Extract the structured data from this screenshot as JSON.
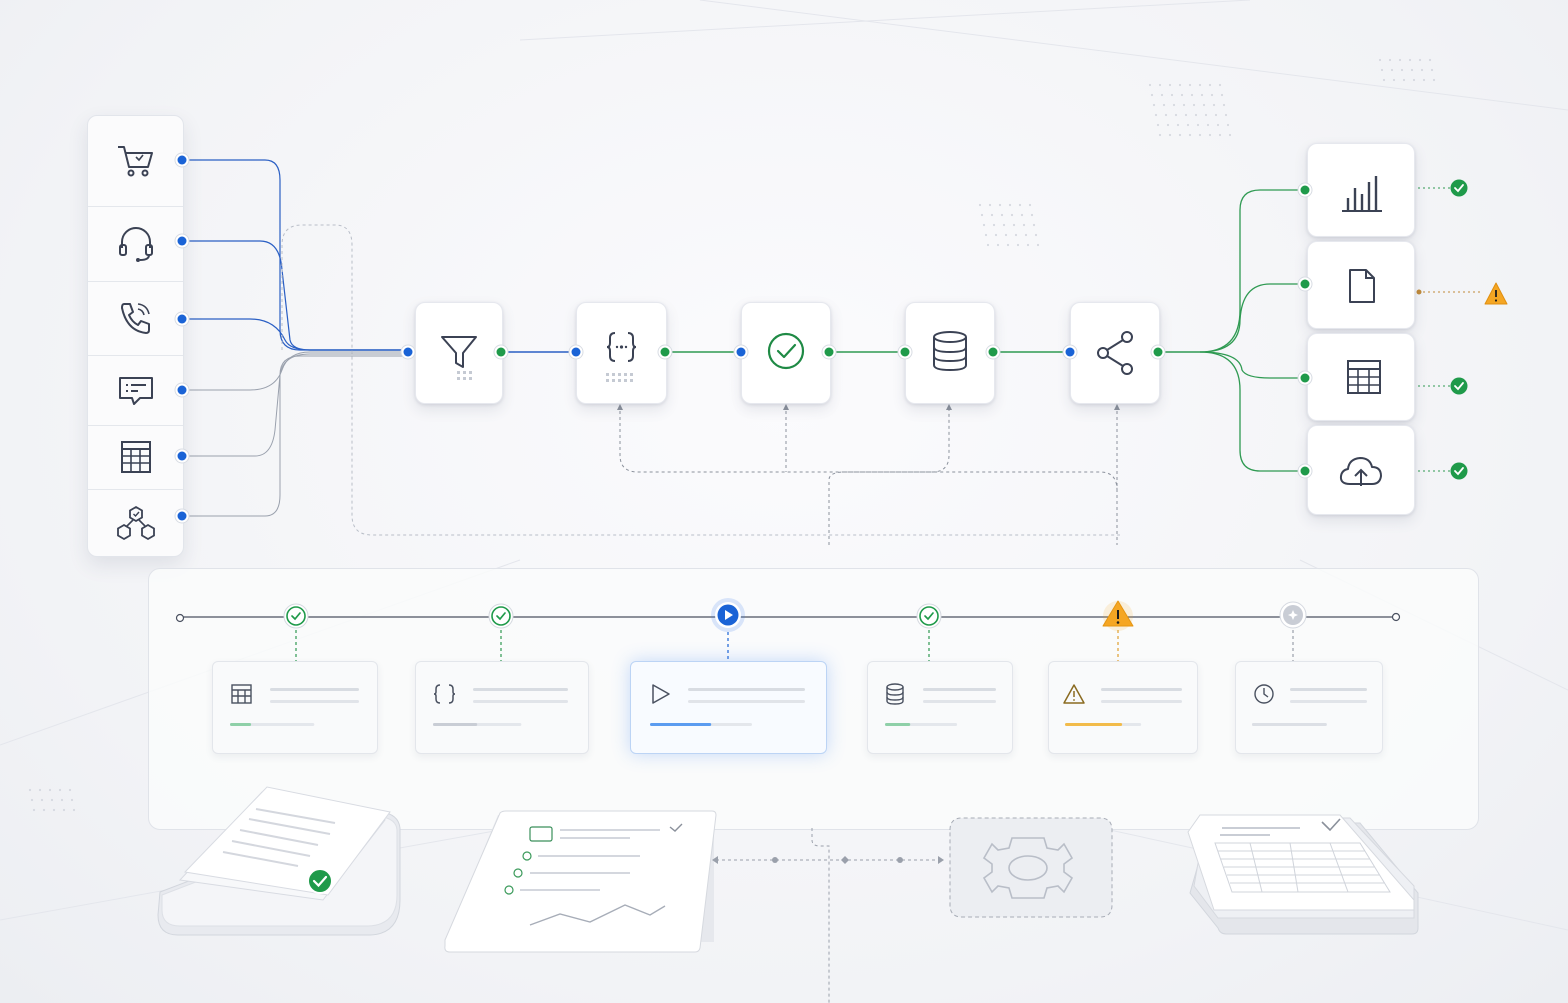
{
  "colors": {
    "blue": "#1a63d6",
    "green": "#1f9a4a",
    "warning": "#f5a623",
    "line_gray": "#b8bec9",
    "icon_dark": "#3b4254"
  },
  "sources": [
    {
      "icon": "shopping-cart-icon"
    },
    {
      "icon": "headset-icon"
    },
    {
      "icon": "phone-call-icon"
    },
    {
      "icon": "chat-bubble-icon"
    },
    {
      "icon": "spreadsheet-icon"
    },
    {
      "icon": "api-nodes-icon"
    }
  ],
  "pipeline_stages": [
    {
      "icon": "filter-icon"
    },
    {
      "icon": "code-braces-icon"
    },
    {
      "icon": "check-circle-icon"
    },
    {
      "icon": "database-icon"
    },
    {
      "icon": "share-nodes-icon"
    }
  ],
  "outputs": [
    {
      "icon": "bar-chart-icon",
      "status": "success"
    },
    {
      "icon": "document-icon",
      "status": "warning"
    },
    {
      "icon": "table-icon",
      "status": "success"
    },
    {
      "icon": "cloud-upload-icon",
      "status": "success"
    }
  ],
  "timeline_steps": [
    {
      "icon": "table-icon",
      "status": "complete",
      "progress": 0.25
    },
    {
      "icon": "code-braces-icon",
      "status": "complete",
      "progress": 0.5
    },
    {
      "icon": "play-icon",
      "status": "running",
      "progress": 0.6
    },
    {
      "icon": "database-icon",
      "status": "complete",
      "progress": 0.35
    },
    {
      "icon": "warning-icon",
      "status": "warning",
      "progress": 0.75
    },
    {
      "icon": "clock-icon",
      "status": "pending",
      "progress": 0.0
    }
  ],
  "bottom_items": [
    {
      "icon": "document-stack-icon",
      "status": "complete"
    },
    {
      "icon": "report-document-icon"
    },
    {
      "icon": "gear-icon"
    },
    {
      "icon": "table-report-stack-icon"
    }
  ]
}
